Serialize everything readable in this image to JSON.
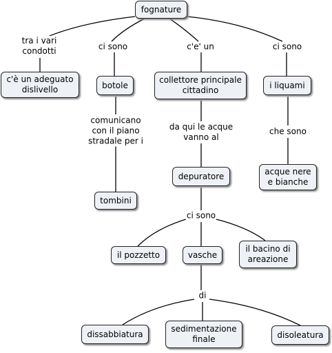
{
  "concepts": {
    "fognature": "fognature",
    "dislivello": "c'è un adeguato\ndislivello",
    "botole": "botole",
    "collettore": "collettore principale\ncittadino",
    "liquami": "i liquami",
    "tombini": "tombini",
    "depuratore": "depuratore",
    "acque_nere": "acque nere\ne bianche",
    "pozzetto": "il pozzetto",
    "vasche": "vasche",
    "bacino": "il bacino di\nareazione",
    "dissabbiatura": "dissabbiatura",
    "sedimentazione": "sedimentazione\nfinale",
    "disoleatura": "disoleatura"
  },
  "links": {
    "tra_condotti": "tra i vari\ncondotti",
    "ci_sono_1": "ci sono",
    "ce_un": "c'e' un",
    "ci_sono_2": "ci sono",
    "comunicano": "comunicano\ncon il piano\nstradale per i",
    "da_qui": "da qui le acque\nvanno al",
    "che_sono": "che sono",
    "ci_sono_3": "ci sono",
    "di": "di"
  }
}
